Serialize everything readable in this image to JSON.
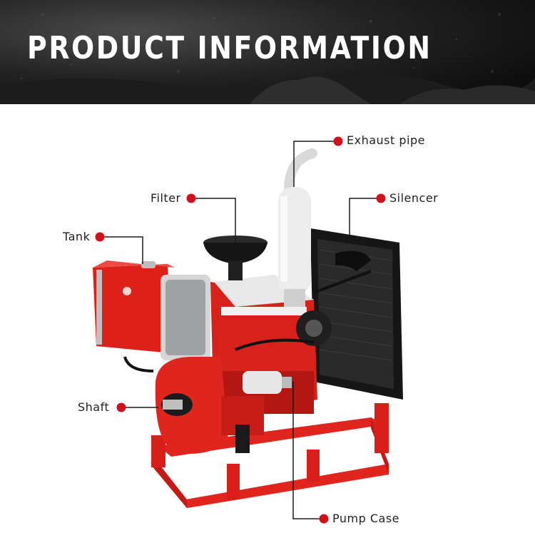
{
  "banner": {
    "title": "PRODUCT INFORMATION"
  },
  "callouts": {
    "exhaust_pipe": "Exhaust pipe",
    "filter": "Filter",
    "silencer": "Silencer",
    "tank": "Tank",
    "shaft": "Shaft",
    "pump_case": "Pump Case"
  },
  "colors": {
    "accent": "#d0101a",
    "banner_bg": "#151515",
    "frame_red": "#e0251f",
    "leader_line": "#1a1a1a"
  }
}
